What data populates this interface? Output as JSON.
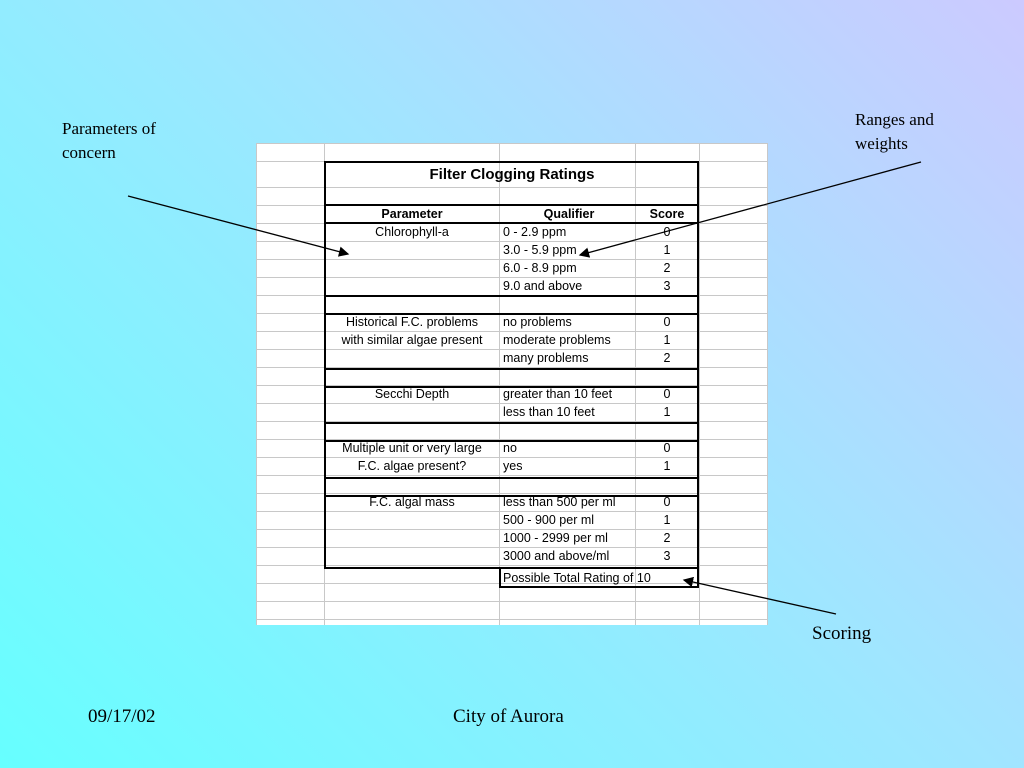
{
  "annotations": {
    "parameters": "Parameters of concern",
    "ranges": "Ranges and weights",
    "scoring": "Scoring"
  },
  "table": {
    "title": "Filter Clogging Ratings",
    "headers": {
      "parameter": "Parameter",
      "qualifier": "Qualifier",
      "score": "Score"
    },
    "rows": [
      {
        "parameter": "Chlorophyll-a",
        "qualifier": "0 - 2.9 ppm",
        "score": "0"
      },
      {
        "parameter": "",
        "qualifier": "3.0 - 5.9 ppm",
        "score": "1"
      },
      {
        "parameter": "",
        "qualifier": "6.0 - 8.9 ppm",
        "score": "2"
      },
      {
        "parameter": "",
        "qualifier": "9.0 and above",
        "score": "3"
      },
      {
        "parameter": "",
        "qualifier": "",
        "score": ""
      },
      {
        "parameter": "Historical F.C. problems",
        "qualifier": "no problems",
        "score": "0"
      },
      {
        "parameter": "with similar algae present",
        "qualifier": "moderate problems",
        "score": "1"
      },
      {
        "parameter": "",
        "qualifier": "many problems",
        "score": "2"
      },
      {
        "parameter": "",
        "qualifier": "",
        "score": ""
      },
      {
        "parameter": "Secchi Depth",
        "qualifier": "greater than 10 feet",
        "score": "0"
      },
      {
        "parameter": "",
        "qualifier": "less than 10 feet",
        "score": "1"
      },
      {
        "parameter": "",
        "qualifier": "",
        "score": ""
      },
      {
        "parameter": "Multiple unit or very large",
        "qualifier": "no",
        "score": "0"
      },
      {
        "parameter": "F.C. algae present?",
        "qualifier": "yes",
        "score": "1"
      },
      {
        "parameter": "",
        "qualifier": "",
        "score": ""
      },
      {
        "parameter": "F.C. algal mass",
        "qualifier": "less than 500 per ml",
        "score": "0"
      },
      {
        "parameter": "",
        "qualifier": "500 - 900 per ml",
        "score": "1"
      },
      {
        "parameter": "",
        "qualifier": "1000 - 2999 per ml",
        "score": "2"
      },
      {
        "parameter": "",
        "qualifier": "3000 and above/ml",
        "score": "3"
      }
    ],
    "total": "Possible Total Rating of 10"
  },
  "footer": {
    "date": "09/17/02",
    "organization": "City of Aurora"
  }
}
